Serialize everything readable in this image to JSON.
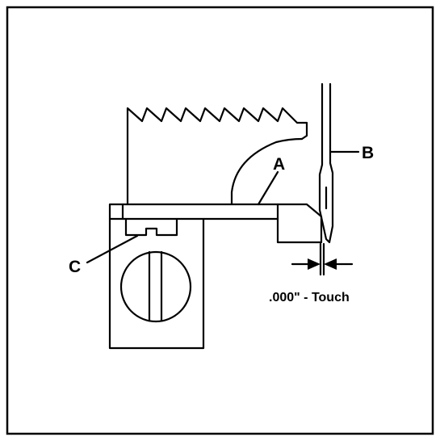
{
  "labels": {
    "a": "A",
    "b": "B",
    "c": "C",
    "clearance": ".000\" - Touch"
  },
  "colors": {
    "ink": "#000000",
    "paper": "#ffffff"
  }
}
